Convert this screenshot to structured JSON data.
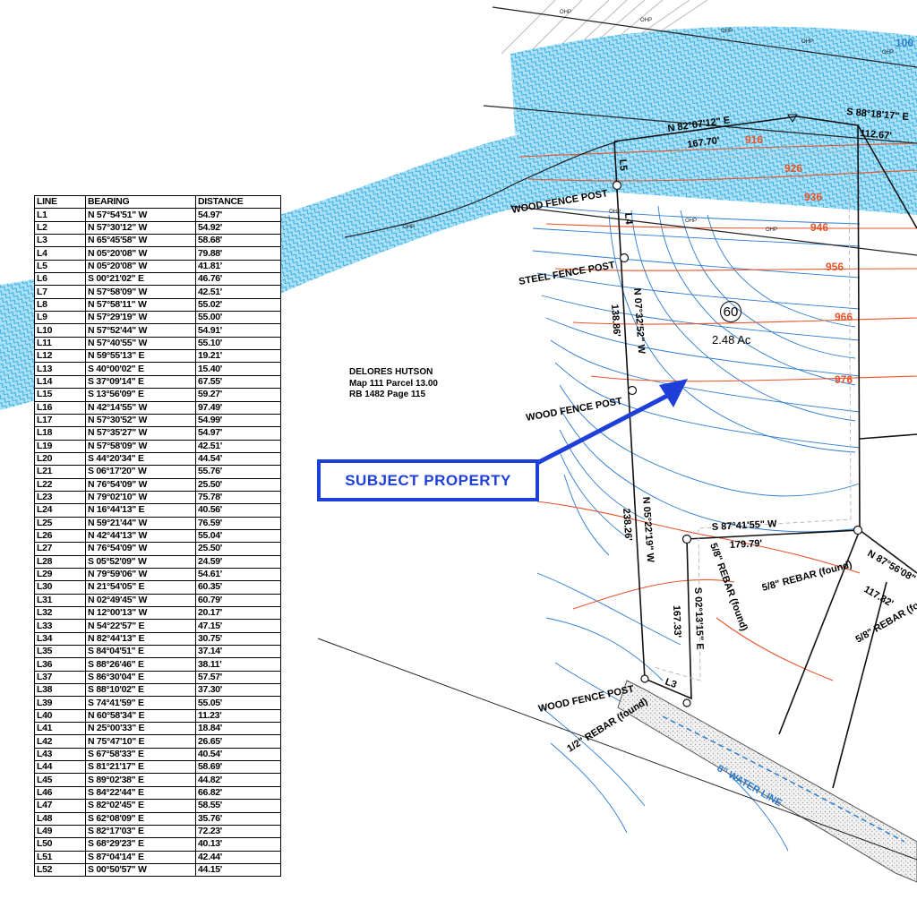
{
  "line_table": {
    "headers": [
      "LINE",
      "BEARING",
      "DISTANCE"
    ],
    "rows": [
      [
        "L1",
        "N 57°54'51\" W",
        "54.97'"
      ],
      [
        "L2",
        "N 57°30'12\" W",
        "54.92'"
      ],
      [
        "L3",
        "N 65°45'58\" W",
        "58.68'"
      ],
      [
        "L4",
        "N 05°20'08\" W",
        "79.88'"
      ],
      [
        "L5",
        "N 05°20'08\" W",
        "41.81'"
      ],
      [
        "L6",
        "S 00°21'02\" E",
        "46.76'"
      ],
      [
        "L7",
        "N 57°58'09\" W",
        "42.51'"
      ],
      [
        "L8",
        "N 57°58'11\" W",
        "55.02'"
      ],
      [
        "L9",
        "N 57°29'19\" W",
        "55.00'"
      ],
      [
        "L10",
        "N 57°52'44\" W",
        "54.91'"
      ],
      [
        "L11",
        "N 57°40'55\" W",
        "55.10'"
      ],
      [
        "L12",
        "N 59°55'13\" E",
        "19.21'"
      ],
      [
        "L13",
        "S 40°00'02\" E",
        "15.40'"
      ],
      [
        "L14",
        "S 37°09'14\" E",
        "67.55'"
      ],
      [
        "L15",
        "S 13°56'09\" E",
        "59.27'"
      ],
      [
        "L16",
        "N 42°14'55\" W",
        "97.49'"
      ],
      [
        "L17",
        "N 57°30'52\" W",
        "54.99'"
      ],
      [
        "L18",
        "N 57°35'27\" W",
        "54.97'"
      ],
      [
        "L19",
        "N 57°58'09\" W",
        "42.51'"
      ],
      [
        "L20",
        "S 44°20'34\" E",
        "44.54'"
      ],
      [
        "L21",
        "S 06°17'20\" W",
        "55.76'"
      ],
      [
        "L22",
        "N 76°54'09\" W",
        "25.50'"
      ],
      [
        "L23",
        "N 79°02'10\" W",
        "75.78'"
      ],
      [
        "L24",
        "N 16°44'13\" E",
        "40.56'"
      ],
      [
        "L25",
        "N 59°21'44\" W",
        "76.59'"
      ],
      [
        "L26",
        "N 42°44'13\" W",
        "55.04'"
      ],
      [
        "L27",
        "N 76°54'09\" W",
        "25.50'"
      ],
      [
        "L28",
        "S 05°52'09\" W",
        "24.59'"
      ],
      [
        "L29",
        "N 79°59'06\" W",
        "54.61'"
      ],
      [
        "L30",
        "N 21°54'05\" E",
        "60.35'"
      ],
      [
        "L31",
        "N 02°49'45\" W",
        "60.79'"
      ],
      [
        "L32",
        "N 12°00'13\" W",
        "20.17'"
      ],
      [
        "L33",
        "N 54°22'57\" E",
        "47.15'"
      ],
      [
        "L34",
        "N 82°44'13\" E",
        "30.75'"
      ],
      [
        "L35",
        "S 84°04'51\" E",
        "37.14'"
      ],
      [
        "L36",
        "S 88°26'46\" E",
        "38.11'"
      ],
      [
        "L37",
        "S 86°30'04\" E",
        "57.57'"
      ],
      [
        "L38",
        "S 88°10'02\" E",
        "37.30'"
      ],
      [
        "L39",
        "S 74°41'59\" E",
        "55.05'"
      ],
      [
        "L40",
        "N 60°58'34\" E",
        "11.23'"
      ],
      [
        "L41",
        "N 25°00'33\" E",
        "18.84'"
      ],
      [
        "L42",
        "N 75°47'10\" E",
        "26.65'"
      ],
      [
        "L43",
        "S 67°58'33\" E",
        "40.54'"
      ],
      [
        "L44",
        "S 81°21'17\" E",
        "58.69'"
      ],
      [
        "L45",
        "S 89°02'38\" E",
        "44.82'"
      ],
      [
        "L46",
        "S 84°22'44\" E",
        "66.82'"
      ],
      [
        "L47",
        "S 82°02'45\" E",
        "58.55'"
      ],
      [
        "L48",
        "S 62°08'09\" E",
        "35.76'"
      ],
      [
        "L49",
        "S 82°17'03\" E",
        "72.23'"
      ],
      [
        "L50",
        "S 68°29'23\" E",
        "40.13'"
      ],
      [
        "L51",
        "S 87°04'14\" E",
        "42.44'"
      ],
      [
        "L52",
        "S 00°50'57\" W",
        "44.15'"
      ]
    ]
  },
  "callout": {
    "label": "SUBJECT PROPERTY"
  },
  "owner": {
    "name": "DELORES HUTSON",
    "map_parcel": "Map 111 Parcel 13.00",
    "deed_ref": "RB 1482 Page 115"
  },
  "parcel": {
    "number": "60",
    "acreage": "2.48 Ac"
  },
  "contour_labels": [
    "916",
    "926",
    "936",
    "946",
    "956",
    "966",
    "976"
  ],
  "index_contour_label": "100",
  "boundary_labels": {
    "north_bearing": "N 82°07'12\" E",
    "north_distance": "167.70'",
    "ne_bearing": "S 88°18'17\" E",
    "ne_distance": "112.67'",
    "west_bearing_upper": "N 07°32'52\" W",
    "west_distance_upper": "138.86'",
    "west_bearing_lower": "N 05°22'19\" W",
    "west_distance_lower": "238.26'",
    "south_bearing": "S 87°41'55\" W",
    "south_distance": "179.79'",
    "inner_bearing": "S 02°13'15\" E",
    "inner_distance": "167.33'",
    "east_bearing": "N 87°56'08\"",
    "east_distance": "117.82'",
    "line_l3": "L3",
    "line_l5": "L5",
    "line_l4": "L4"
  },
  "monuments": {
    "wood_fence_post": "WOOD FENCE POST",
    "steel_fence_post": "STEEL FENCE POST",
    "rebar_58_found": "5/8\" REBAR (found)",
    "rebar_12_found": "1/2\" REBAR (found)"
  },
  "utility": {
    "water_line": "8\" WATER LINE"
  },
  "line_codes": {
    "ohp": "OHP"
  },
  "colors": {
    "water_hatch": "#5fc3ea",
    "contour_blue": "#2a7bd0",
    "contour_orange": "#e8542b",
    "callout_blue": "#1f3fd9"
  }
}
